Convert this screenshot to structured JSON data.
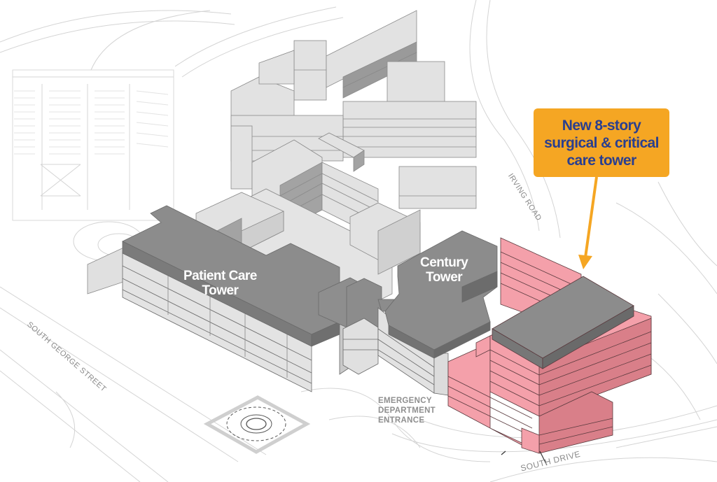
{
  "callout": {
    "lines": [
      "New 8-story",
      "surgical & critical",
      "care tower"
    ],
    "background_color": "#f5a623",
    "text_color": "#2a3f8f",
    "arrow_color": "#f5a623"
  },
  "buildings": {
    "patient_care_tower": {
      "lines": [
        "Patient Care",
        "Tower"
      ],
      "roof_color": "#8c8c8c"
    },
    "century_tower": {
      "lines": [
        "Century",
        "Tower"
      ],
      "roof_color": "#8c8c8c"
    },
    "new_tower": {
      "color": "#f4a0aa",
      "side_color": "#d97f89",
      "roof_color": "#8c8c8c"
    },
    "existing_campus": {
      "color": "#e2e2e2",
      "side_color": "#a9a9a9"
    }
  },
  "roads": {
    "south_george_street": "SOUTH GEORGE STREET",
    "irving_road": "IRVING ROAD",
    "south_drive": "SOUTH DRIVE"
  },
  "entrance": {
    "lines": [
      "EMERGENCY",
      "DEPARTMENT",
      "ENTRANCE"
    ]
  },
  "features": {
    "helipad": "helipad",
    "parking_lot": "parking-lot"
  }
}
